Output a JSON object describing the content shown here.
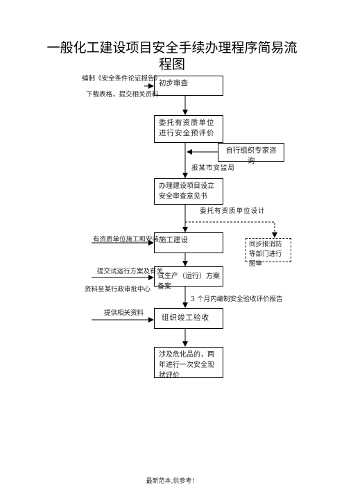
{
  "title_line1": "一般化工建设项目安全手续办理程序简易流",
  "title_line2": "程图",
  "boxes": {
    "preliminary_review": "初步审查",
    "pre_evaluation": "委托有资质单位进行安全预评价",
    "expert_consult": "自行组织专家咨询",
    "safety_review_opinion": "办理建设项目设立安全审查意见书",
    "construction": "施工建设",
    "fire_review": "同步报消防等部门进行图审",
    "trial_production": "试生产（运行）方案备案",
    "completion_acceptance": "组织竣工验收",
    "status_evaluation": "涉及危化品的，两年进行一次安全现状评价"
  },
  "labels": {
    "compile_report": "编制《安全条件论证报告》",
    "download_forms": "下载表格，提交相关资料",
    "report_to_bureau": "报某市安监局",
    "entrust_design": "委托有资质单位设计",
    "qualified_builder": "有资质单位施工和安装",
    "submit_plan": "提交试运行方案及有关",
    "submit_to_center": "资料至某行政审批中心",
    "acceptance_report": "3 个月内编制安全验收评价报告",
    "provide_docs": "提供相关资料"
  },
  "footer": "最新范本,供参考！"
}
